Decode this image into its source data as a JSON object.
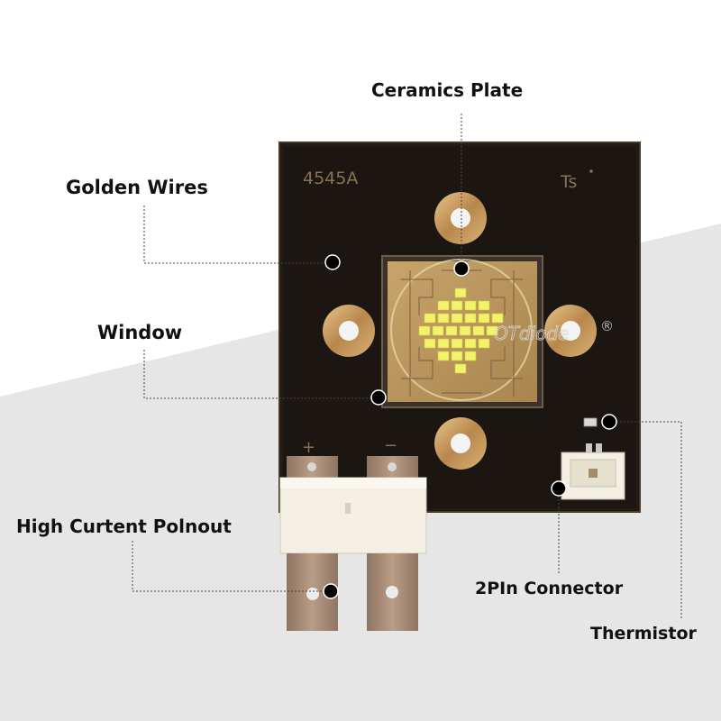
{
  "product": {
    "model_marking": "4545A",
    "sensor_marking": "Ts",
    "watermark": "OTdiode",
    "registered_mark": "®",
    "polarity_plus": "+",
    "polarity_minus": "−"
  },
  "callouts": {
    "ceramics_plate": "Ceramics Plate",
    "golden_wires": "Golden Wires",
    "window": "Window",
    "high_current_pinout": "High Curtent Polnout",
    "pin_connector": "2PIn Connector",
    "thermistor": "Thermistor"
  },
  "colors": {
    "board": "#1b1612",
    "gold": "#c9a46a",
    "led": "#f3f36a",
    "terminal": "#ab8d76",
    "housing": "#f3efe3"
  }
}
